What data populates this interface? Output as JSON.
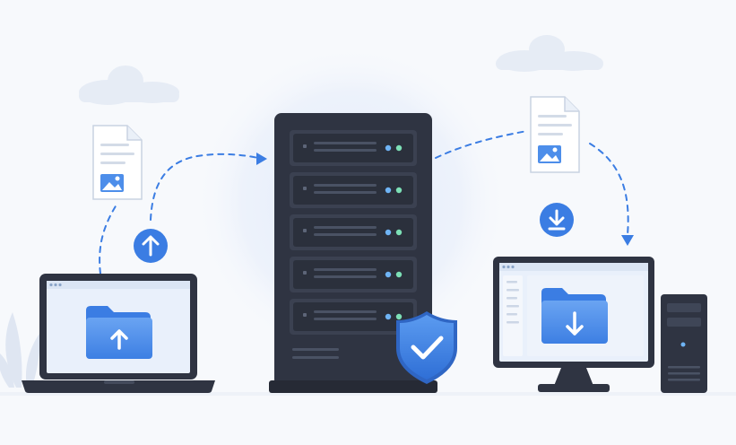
{
  "scene": {
    "description_tags": [
      "file-upload",
      "server",
      "file-download"
    ],
    "colors": {
      "background": "#f7f9fc",
      "glow": "#e6eefb",
      "cloud": "#e8eef6",
      "accent_blue": "#3b7de3",
      "folder_blue": "#4d8eea",
      "dark_device": "#2f3442",
      "screen_bg": "#e9f0fb",
      "dashed_line": "#3b7de3",
      "led_green": "#7de0b6",
      "led_blue": "#6fb4f5",
      "shield": "#3c7fe6"
    },
    "icons": [
      "cloud-icon",
      "document-image-icon",
      "upload-arrow-icon",
      "download-arrow-icon",
      "laptop-icon",
      "server-rack-icon",
      "shield-check-icon",
      "desktop-monitor-icon",
      "pc-tower-icon",
      "folder-upload-icon",
      "folder-download-icon",
      "plant-leaves-icon"
    ]
  }
}
